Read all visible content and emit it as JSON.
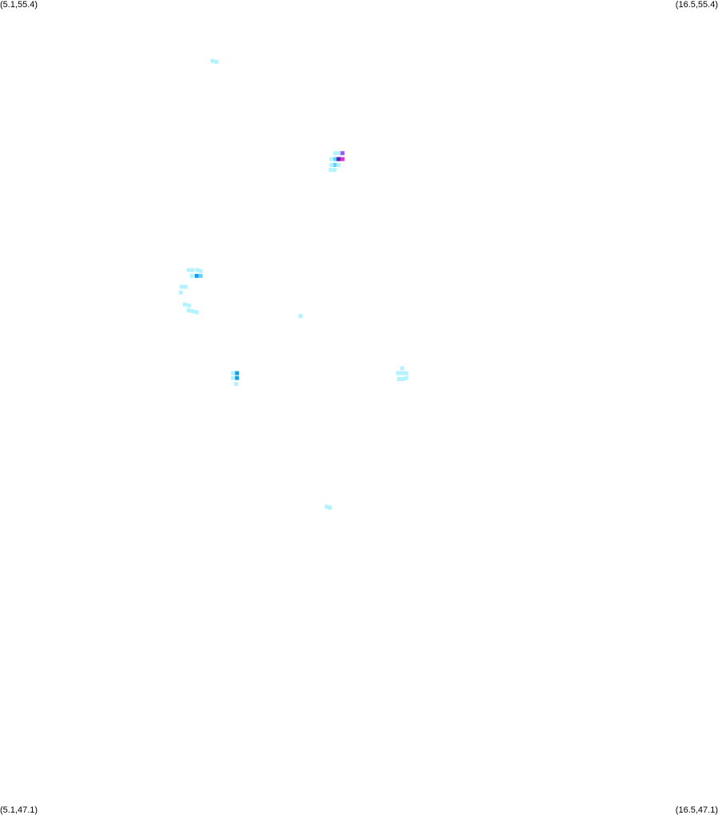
{
  "corners": {
    "top_left": "(5.1,55.4)",
    "top_right": "(16.5,55.4)",
    "bottom_left": "(5.1,47.1)",
    "bottom_right": "(16.5,47.1)"
  },
  "colors": {
    "background": "#ffffff",
    "low": "#b3f3ff",
    "medium": "#5fd3ff",
    "high": "#1e9be6",
    "very_high": "#9b59f0",
    "peak": "#e030d0",
    "deep": "#5a22b0"
  },
  "grid_step": 0.063,
  "cells": [
    {
      "lon": 8.473,
      "lat": 54.78,
      "level": "low"
    },
    {
      "lon": 8.536,
      "lat": 54.77,
      "level": "low"
    },
    {
      "lon": 10.412,
      "lat": 53.78,
      "level": "medium"
    },
    {
      "lon": 10.475,
      "lat": 53.78,
      "level": "very_high"
    },
    {
      "lon": 10.425,
      "lat": 53.84,
      "level": "low"
    },
    {
      "lon": 10.488,
      "lat": 53.84,
      "level": "low"
    },
    {
      "lon": 10.362,
      "lat": 53.78,
      "level": "low"
    },
    {
      "lon": 10.362,
      "lat": 53.72,
      "level": "low"
    },
    {
      "lon": 10.425,
      "lat": 53.72,
      "level": "medium"
    },
    {
      "lon": 10.475,
      "lat": 53.72,
      "level": "low"
    },
    {
      "lon": 10.412,
      "lat": 53.67,
      "level": "low"
    },
    {
      "lon": 10.349,
      "lat": 53.67,
      "level": "low"
    },
    {
      "lon": 10.538,
      "lat": 53.84,
      "level": "very_high"
    },
    {
      "lon": 10.538,
      "lat": 53.78,
      "level": "peak"
    },
    {
      "lon": 10.475,
      "lat": 53.78,
      "level": "deep"
    },
    {
      "lon": 8.096,
      "lat": 52.65,
      "level": "low"
    },
    {
      "lon": 8.159,
      "lat": 52.65,
      "level": "low"
    },
    {
      "lon": 8.146,
      "lat": 52.59,
      "level": "low"
    },
    {
      "lon": 8.222,
      "lat": 52.59,
      "level": "high"
    },
    {
      "lon": 8.285,
      "lat": 52.59,
      "level": "medium"
    },
    {
      "lon": 8.235,
      "lat": 52.65,
      "level": "low"
    },
    {
      "lon": 8.285,
      "lat": 52.64,
      "level": "low"
    },
    {
      "lon": 7.983,
      "lat": 52.48,
      "level": "low"
    },
    {
      "lon": 8.046,
      "lat": 52.48,
      "level": "low"
    },
    {
      "lon": 7.97,
      "lat": 52.42,
      "level": "low"
    },
    {
      "lon": 8.033,
      "lat": 52.3,
      "level": "low"
    },
    {
      "lon": 8.096,
      "lat": 52.29,
      "level": "low"
    },
    {
      "lon": 8.096,
      "lat": 52.24,
      "level": "low"
    },
    {
      "lon": 8.159,
      "lat": 52.23,
      "level": "low"
    },
    {
      "lon": 8.222,
      "lat": 52.22,
      "level": "low"
    },
    {
      "lon": 9.87,
      "lat": 52.18,
      "level": "low"
    },
    {
      "lon": 8.801,
      "lat": 51.6,
      "level": "low"
    },
    {
      "lon": 8.864,
      "lat": 51.6,
      "level": "high"
    },
    {
      "lon": 8.801,
      "lat": 51.55,
      "level": "low"
    },
    {
      "lon": 8.864,
      "lat": 51.55,
      "level": "high"
    },
    {
      "lon": 8.851,
      "lat": 51.49,
      "level": "low"
    },
    {
      "lon": 11.423,
      "lat": 51.6,
      "level": "low"
    },
    {
      "lon": 11.486,
      "lat": 51.65,
      "level": "low"
    },
    {
      "lon": 11.486,
      "lat": 51.6,
      "level": "low"
    },
    {
      "lon": 11.549,
      "lat": 51.6,
      "level": "low"
    },
    {
      "lon": 11.436,
      "lat": 51.54,
      "level": "low"
    },
    {
      "lon": 11.499,
      "lat": 51.54,
      "level": "low"
    },
    {
      "lon": 11.549,
      "lat": 51.55,
      "level": "low"
    },
    {
      "lon": 10.288,
      "lat": 50.24,
      "level": "low"
    },
    {
      "lon": 10.338,
      "lat": 50.23,
      "level": "low"
    }
  ]
}
